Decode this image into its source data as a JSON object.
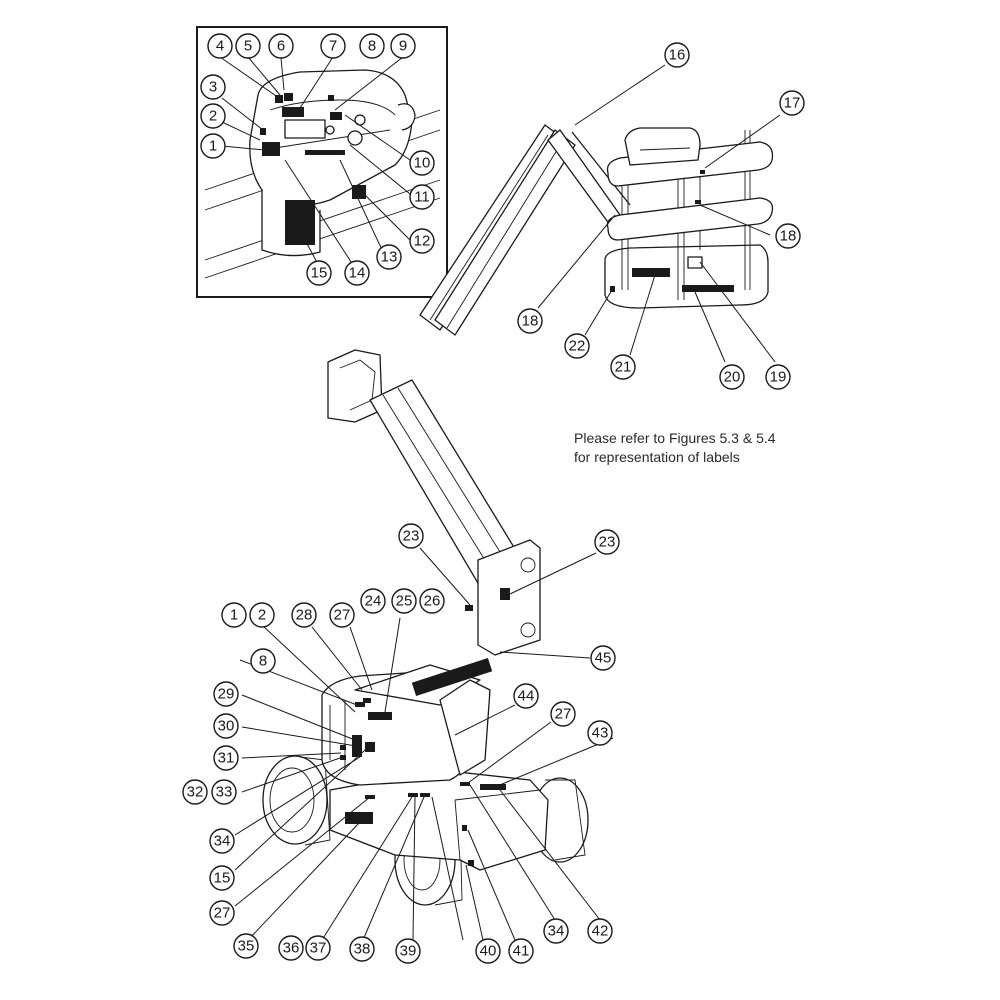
{
  "figure": {
    "note_lines": [
      "Please refer to Figures 5.3 & 5.4",
      "for representation of labels"
    ],
    "inset": {
      "description": "Platform control console detail",
      "callouts": [
        "1",
        "2",
        "3",
        "4",
        "5",
        "6",
        "7",
        "8",
        "9",
        "10",
        "11",
        "12",
        "13",
        "14",
        "15"
      ]
    },
    "platform": {
      "callouts": [
        "16",
        "17",
        "18",
        "18",
        "19",
        "20",
        "21",
        "22"
      ]
    },
    "boom": {
      "callouts": [
        "23",
        "23",
        "45"
      ]
    },
    "chassis": {
      "callouts": [
        "1",
        "2",
        "8",
        "24",
        "25",
        "26",
        "27",
        "28",
        "29",
        "30",
        "31",
        "32",
        "33",
        "34",
        "15",
        "27",
        "35",
        "36",
        "37",
        "38",
        "39",
        "40",
        "41",
        "34",
        "42",
        "43",
        "27",
        "44"
      ]
    }
  },
  "callouts": [
    {
      "id": "c-4",
      "text": "4"
    },
    {
      "id": "c-5",
      "text": "5"
    },
    {
      "id": "c-6",
      "text": "6"
    },
    {
      "id": "c-7",
      "text": "7"
    },
    {
      "id": "c-8",
      "text": "8"
    },
    {
      "id": "c-9",
      "text": "9"
    },
    {
      "id": "c-3",
      "text": "3"
    },
    {
      "id": "c-2",
      "text": "2"
    },
    {
      "id": "c-1",
      "text": "1"
    },
    {
      "id": "c-10",
      "text": "10"
    },
    {
      "id": "c-11",
      "text": "11"
    },
    {
      "id": "c-12",
      "text": "12"
    },
    {
      "id": "c-13",
      "text": "13"
    },
    {
      "id": "c-14",
      "text": "14"
    },
    {
      "id": "c-15",
      "text": "15"
    },
    {
      "id": "c-16",
      "text": "16"
    },
    {
      "id": "c-17",
      "text": "17"
    },
    {
      "id": "c-18a",
      "text": "18"
    },
    {
      "id": "c-18b",
      "text": "18"
    },
    {
      "id": "c-22",
      "text": "22"
    },
    {
      "id": "c-21",
      "text": "21"
    },
    {
      "id": "c-20",
      "text": "20"
    },
    {
      "id": "c-19",
      "text": "19"
    },
    {
      "id": "c-23a",
      "text": "23"
    },
    {
      "id": "c-23b",
      "text": "23"
    },
    {
      "id": "c-1b",
      "text": "1"
    },
    {
      "id": "c-2b",
      "text": "2"
    },
    {
      "id": "c-28",
      "text": "28"
    },
    {
      "id": "c-27a",
      "text": "27"
    },
    {
      "id": "c-24",
      "text": "24"
    },
    {
      "id": "c-25",
      "text": "25"
    },
    {
      "id": "c-26",
      "text": "26"
    },
    {
      "id": "c-45",
      "text": "45"
    },
    {
      "id": "c-8b",
      "text": "8"
    },
    {
      "id": "c-29",
      "text": "29"
    },
    {
      "id": "c-30",
      "text": "30"
    },
    {
      "id": "c-31",
      "text": "31"
    },
    {
      "id": "c-32",
      "text": "32"
    },
    {
      "id": "c-33",
      "text": "33"
    },
    {
      "id": "c-44",
      "text": "44"
    },
    {
      "id": "c-27b",
      "text": "27"
    },
    {
      "id": "c-43",
      "text": "43"
    },
    {
      "id": "c-34a",
      "text": "34"
    },
    {
      "id": "c-15b",
      "text": "15"
    },
    {
      "id": "c-27c",
      "text": "27"
    },
    {
      "id": "c-35",
      "text": "35"
    },
    {
      "id": "c-36",
      "text": "36"
    },
    {
      "id": "c-37",
      "text": "37"
    },
    {
      "id": "c-38",
      "text": "38"
    },
    {
      "id": "c-39",
      "text": "39"
    },
    {
      "id": "c-40",
      "text": "40"
    },
    {
      "id": "c-41",
      "text": "41"
    },
    {
      "id": "c-34b",
      "text": "34"
    },
    {
      "id": "c-42",
      "text": "42"
    }
  ]
}
